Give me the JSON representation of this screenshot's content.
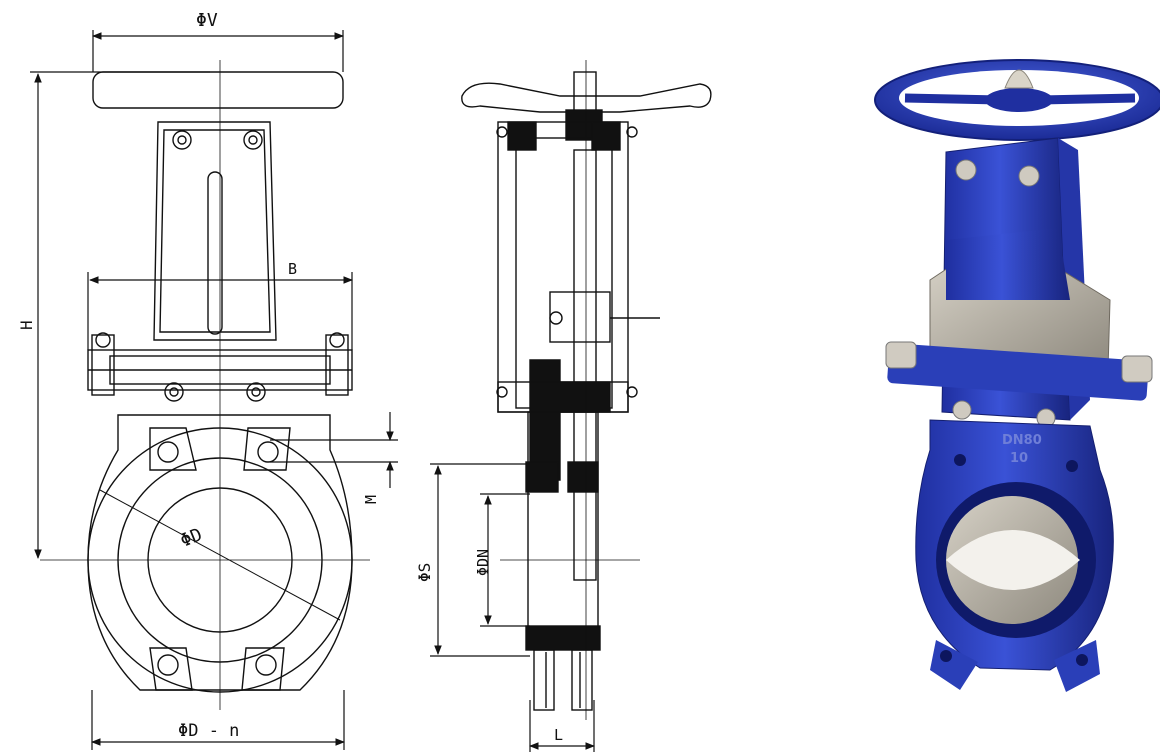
{
  "drawing": {
    "front_view": {
      "dim_handwheel_diameter": "ΦV",
      "dim_height": "H",
      "dim_body_width": "B",
      "dim_flange_pcd": "ΦD",
      "dim_bolt_spec": "ΦD - n",
      "dim_bolt_size": "M"
    },
    "side_view": {
      "dim_seat_diameter": "ΦS",
      "dim_nominal_diameter": "ΦDN",
      "dim_face_length": "L"
    }
  },
  "photo": {
    "body_markings": [
      "DN80",
      "10"
    ]
  },
  "colors": {
    "line": "#111111",
    "valve_blue": "#2a3fb8",
    "valve_blue_dark": "#16237a",
    "steel": "#b7b2a6"
  }
}
